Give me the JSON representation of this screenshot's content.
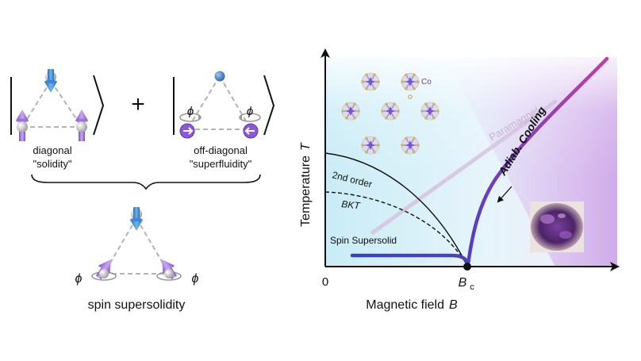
{
  "left_panel": {
    "diagonal_label": "diagonal",
    "diagonal_sub": "\"solidity\"",
    "offdiagonal_label": "off-diagonal",
    "offdiagonal_sub": "\"superfluidity\"",
    "plus_sign": "+",
    "phi": "ϕ",
    "result_label": "spin supersolidity"
  },
  "phase_diagram": {
    "y_axis_label": "Temperature",
    "y_axis_symbol": "T",
    "x_axis_label": "Magnetic field",
    "x_axis_symbol": "B",
    "origin_label": "0",
    "critical_field_label": "B",
    "critical_field_sub": "c",
    "co_label": "Co",
    "paramagnet_label": "Paramagnet",
    "adiabatic_label": "Adiab. Cooling",
    "second_order_label": "2nd order",
    "bkt_label": "BKT",
    "supersolid_label": "Spin Supersolid"
  },
  "colors": {
    "spin_blue": "#3f8fd8",
    "spin_purple": "#a77be6",
    "curve_blue": "#3345b8",
    "curve_magenta": "#b23aa8",
    "axis": "#111111"
  }
}
